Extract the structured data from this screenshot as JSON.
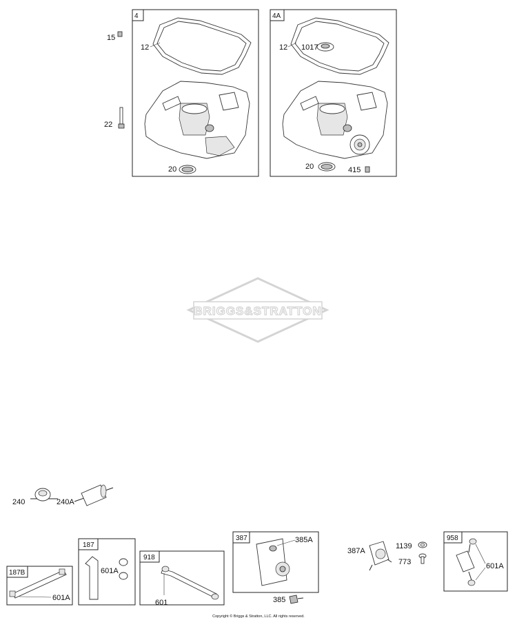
{
  "boxes": {
    "b4": "4",
    "b4a": "4A",
    "b187b": "187B",
    "b187": "187",
    "b918": "918",
    "b387": "387",
    "b958": "958"
  },
  "callouts": {
    "c15": "15",
    "c12_left": "12",
    "c22": "22",
    "c20_left": "20",
    "c12_right": "12",
    "c1017": "1017",
    "c20_right": "20",
    "c415": "415",
    "c240": "240",
    "c240a": "240A",
    "c601a_187b": "601A",
    "c601a_187": "601A",
    "c601": "601",
    "c385a": "385A",
    "c385": "385",
    "c387a": "387A",
    "c1139": "1139",
    "c773": "773",
    "c601a_958": "601A"
  },
  "watermark": "BRIGGS&STRATTON",
  "copyright": "Copyright © Briggs & Stratton, LLC. All rights reserved."
}
